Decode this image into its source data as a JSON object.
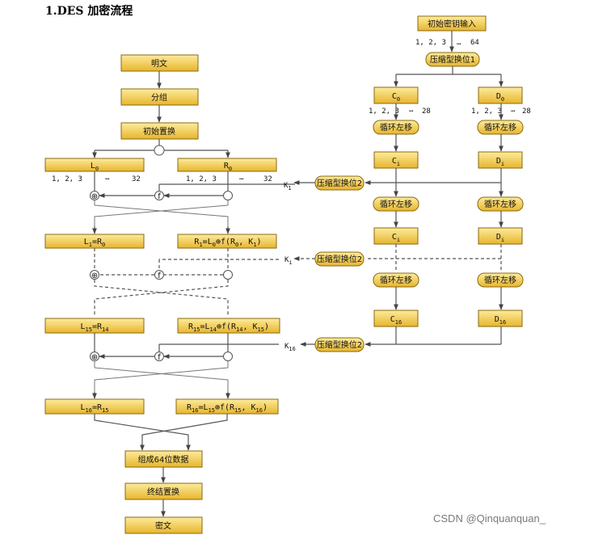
{
  "title": "1.DES 加密流程",
  "watermark": "CSDN @Qinquanquan_",
  "colors": {
    "box_top": "#fdeb9c",
    "box_bottom": "#e7b52e",
    "border": "#8a6a10"
  },
  "left": {
    "plaintext": "明文",
    "grouping": "分组",
    "initial_perm": "初始置换",
    "l0": "L",
    "l0_sub": "0",
    "r0": "R",
    "r0_sub": "0",
    "bits_l": "1, 2, 3",
    "bits_r": "1, 2, 3",
    "dots": "…",
    "n32": "32",
    "combine": "组成64位数据",
    "final_perm": "终结置换",
    "ciphertext": "密文"
  },
  "eq1": {
    "l_lhs": "L",
    "l_lhs_sub": "1",
    "l_rhs": "R",
    "l_rhs_sub": "0",
    "r_lhs": "R",
    "r_lhs_sub": "1",
    "r_a": "L",
    "r_a_sub": "0",
    "r_f": "f(R",
    "r_f_sub": "0",
    "r_k": ", K",
    "r_k_sub": "1",
    "close": ")"
  },
  "eq15": {
    "l_lhs": "L",
    "l_lhs_sub": "15",
    "l_rhs": "R",
    "l_rhs_sub": "14",
    "r_lhs": "R",
    "r_lhs_sub": "15",
    "r_a": "L",
    "r_a_sub": "14",
    "r_f": "f(R",
    "r_f_sub": "14",
    "r_k": ", K",
    "r_k_sub": "15",
    "close": ")"
  },
  "eq16": {
    "l_lhs": "L",
    "l_lhs_sub": "16",
    "l_rhs": "R",
    "l_rhs_sub": "15",
    "r_lhs": "R",
    "r_lhs_sub": "16",
    "r_a": "L",
    "r_a_sub": "15",
    "r_f": "f(R",
    "r_f_sub": "15",
    "r_k": ", K",
    "r_k_sub": "16",
    "close": ")"
  },
  "eq_sign": "=",
  "xor_symbol": "⊕",
  "f_symbol": "f",
  "k1": "K",
  "k1_sub": "1",
  "ki": "K",
  "ki_sub": "i",
  "k16": "K",
  "k16_sub": "16",
  "right": {
    "key_input": "初始密钥输入",
    "key_bits": "1, 2, 3",
    "key_dots": "…",
    "key_n": "64",
    "pc1": "压缩型换位1",
    "c0": "C",
    "c0_sub": "0",
    "d0": "D",
    "d0_sub": "0",
    "bits_c": "1, 2, 3",
    "bits_d": "1, 2, 3",
    "dots": "…",
    "n28": "28",
    "shift": "循环左移",
    "ci": "C",
    "ci_sub": "i",
    "di": "D",
    "di_sub": "i",
    "c16": "C",
    "c16_sub": "16",
    "d16": "D",
    "d16_sub": "16",
    "pc2": "压缩型换位2"
  }
}
